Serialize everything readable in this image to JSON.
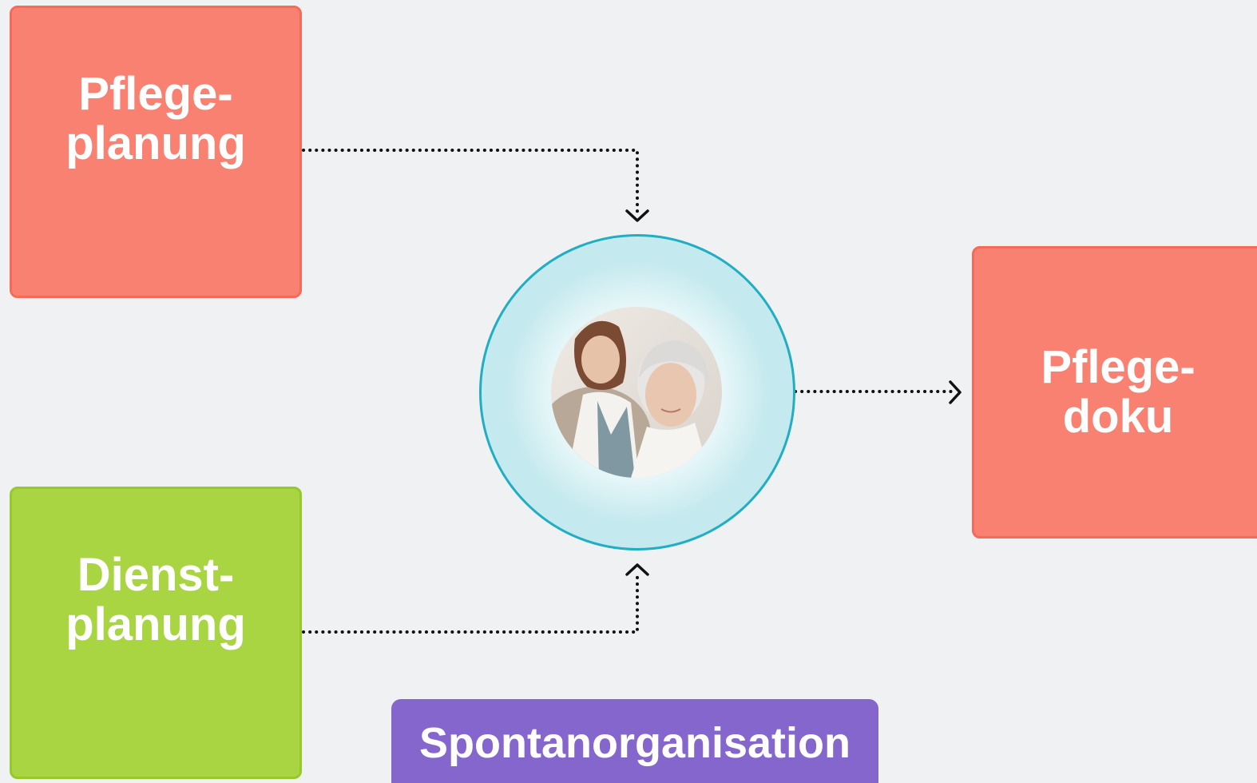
{
  "diagram": {
    "boxes": [
      {
        "id": "pflegeplanung",
        "lines": [
          "Pflege-",
          "planung"
        ],
        "color": "#f88171"
      },
      {
        "id": "dienstplanung",
        "lines": [
          "Dienst-",
          "planung"
        ],
        "color": "#a8d541"
      },
      {
        "id": "pflegedoku",
        "lines": [
          "Pflege-",
          "doku"
        ],
        "color": "#f88171"
      }
    ],
    "footer_label": "Spontanorganisation",
    "footer_color": "#8466cc",
    "center": {
      "icon": "caregiver-with-senior-photo",
      "ring_color": "#22aec2"
    },
    "connector_style": "dotted-arrow"
  }
}
